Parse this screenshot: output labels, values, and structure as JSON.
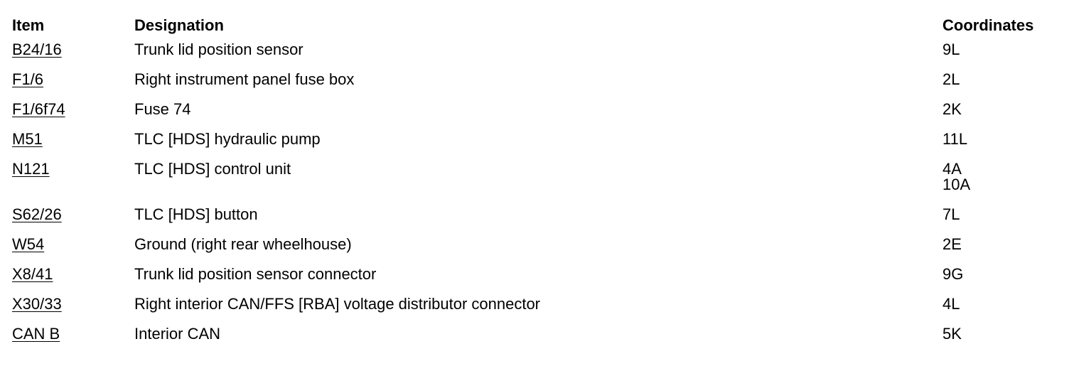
{
  "headers": {
    "item": "Item",
    "designation": "Designation",
    "coordinates": "Coordinates"
  },
  "rows": [
    {
      "item": "B24/16",
      "designation": "Trunk lid position sensor",
      "coordinates": [
        "9L"
      ]
    },
    {
      "item": "F1/6",
      "designation": "Right instrument panel fuse box",
      "coordinates": [
        "2L"
      ]
    },
    {
      "item": "F1/6f74",
      "designation": "Fuse 74",
      "coordinates": [
        "2K"
      ]
    },
    {
      "item": "M51",
      "designation": "TLC [HDS] hydraulic pump",
      "coordinates": [
        "11L"
      ]
    },
    {
      "item": "N121",
      "designation": "TLC [HDS] control unit",
      "coordinates": [
        "4A",
        "10A"
      ]
    },
    {
      "item": "S62/26",
      "designation": "TLC [HDS] button",
      "coordinates": [
        "7L"
      ]
    },
    {
      "item": "W54",
      "designation": "Ground (right rear wheelhouse)",
      "coordinates": [
        "2E"
      ]
    },
    {
      "item": "X8/41",
      "designation": "Trunk lid position sensor connector",
      "coordinates": [
        "9G"
      ]
    },
    {
      "item": "X30/33",
      "designation": "Right interior CAN/FFS [RBA] voltage distributor connector",
      "coordinates": [
        "4L"
      ]
    },
    {
      "item": "CAN B",
      "designation": "Interior CAN",
      "coordinates": [
        "5K"
      ]
    }
  ]
}
